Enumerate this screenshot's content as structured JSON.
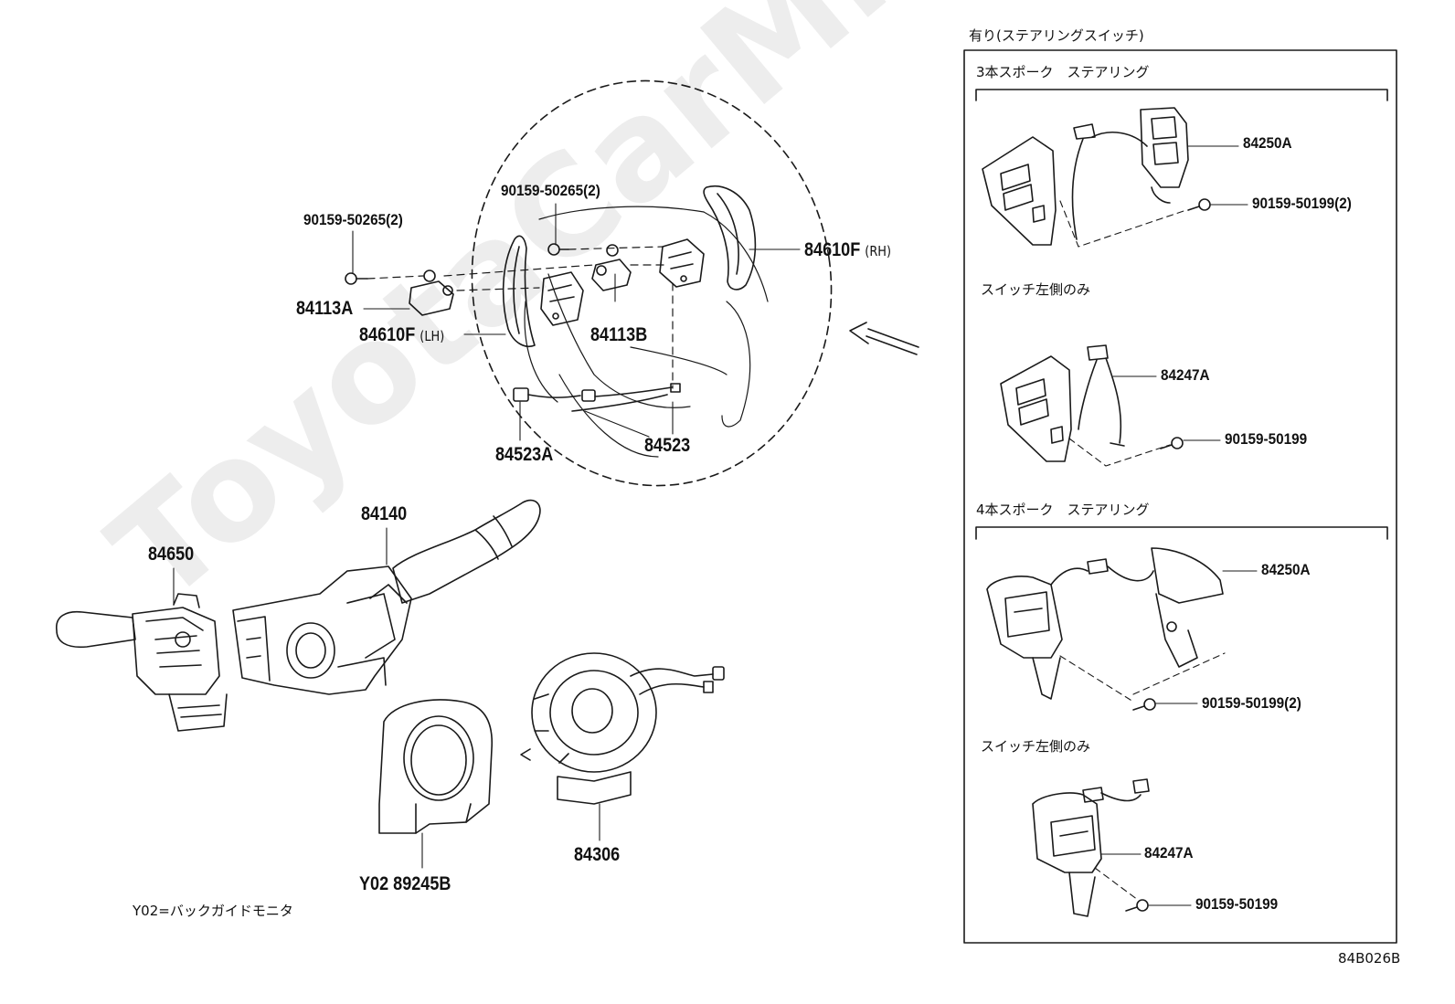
{
  "labels": {
    "p_84113A": "84113A",
    "p_84610F_lh": "84610F",
    "p_84610F_lh_side": "(LH)",
    "p_84113B": "84113B",
    "p_84610F_rh": "84610F",
    "p_84610F_rh_side": "(RH)",
    "p_90159_50265_left": "90159-50265(2)",
    "p_90159_50265_center": "90159-50265(2)",
    "p_84523A": "84523A",
    "p_84523": "84523",
    "p_84650": "84650",
    "p_84140": "84140",
    "p_y02_89245B": "Y02 89245B",
    "p_84306": "84306",
    "y02_note": "Y02=バックガイドモニタ",
    "ref_code": "84B026B"
  },
  "side_panel": {
    "title": "有り(ステアリングスイッチ)",
    "section_3spoke": "3本スポーク　ステアリング",
    "section_4spoke": "4本スポーク　ステアリング",
    "left_only_1": "スイッチ左側のみ",
    "left_only_2": "スイッチ左側のみ",
    "p_84250A_1": "84250A",
    "p_90159_50199_2_a": "90159-50199(2)",
    "p_84247A_1": "84247A",
    "p_90159_50199_a": "90159-50199",
    "p_84250A_2": "84250A",
    "p_90159_50199_2_b": "90159-50199(2)",
    "p_84247A_2": "84247A",
    "p_90159_50199_b": "90159-50199"
  },
  "watermark": "ToyotaCarMine.ru",
  "colors": {
    "line": "#1a1a1a",
    "watermark": "#000000"
  }
}
